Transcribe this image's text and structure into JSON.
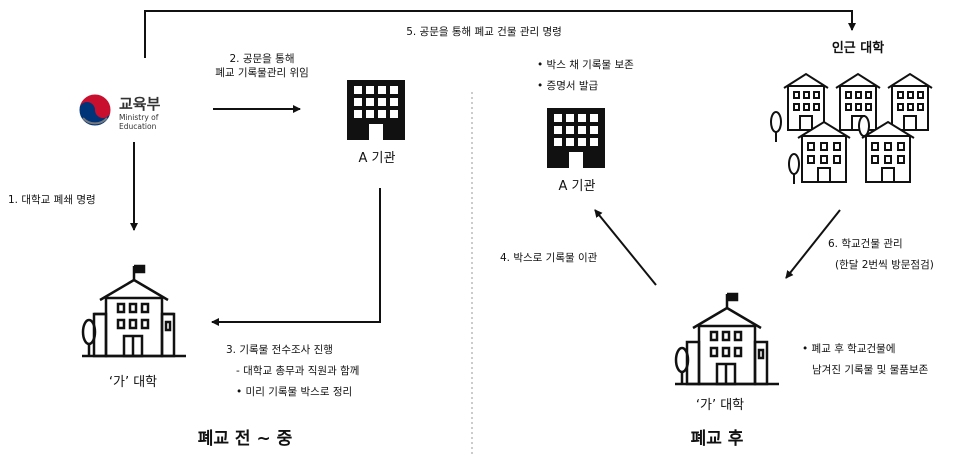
{
  "ministry": {
    "name": "교육부",
    "name_en": "Ministry of Education"
  },
  "phases": {
    "before": "폐교 전 ~ 중",
    "after": "폐교 후"
  },
  "nodes": {
    "agency_a_left": "A 기관",
    "agency_a_right": "A 기관",
    "univ_ga_left": "‘가’ 대학",
    "univ_ga_right": "‘가’ 대학",
    "nearby_univ": "인근 대학"
  },
  "steps": {
    "s1": "1. 대학교 폐쇄 명령",
    "s2_line1": "2. 공문을 통해",
    "s2_line2": "폐교 기록물관리 위임",
    "s3_title": "3. 기록물 전수조사 진행",
    "s3_item1": "- 대학교 총무과 직원과 함께",
    "s3_item2": "•  미리 기록물 박스로 정리",
    "s4": "4. 박스로 기록물 이관",
    "s5": "5. 공문을 통해 폐교 건물 관리 명령",
    "s6_line1": "6. 학교건물 관리",
    "s6_line2": "(한달 2번씩 방문점검)"
  },
  "agency_a_right_notes": [
    "•  박스 채 기록물 보존",
    "•  증명서 발급"
  ],
  "after_notes": {
    "line1": "•  폐교 후 학교건물에",
    "line2": "남겨진 기록물 및 물품보존"
  },
  "colors": {
    "line": "#111111",
    "divider": "#999999",
    "logo_red": "#c8102e",
    "logo_blue": "#003478"
  }
}
